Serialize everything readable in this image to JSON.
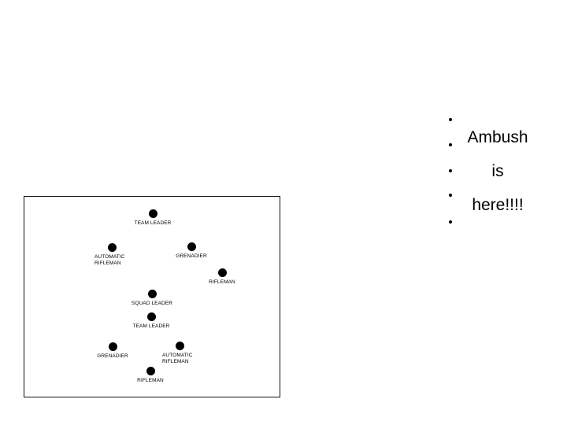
{
  "diagram": {
    "members": [
      {
        "label": "TEAM LEADER"
      },
      {
        "label": "AUTOMATIC\nRIFLEMAN"
      },
      {
        "label": "GRENADIER"
      },
      {
        "label": "RIFLEMAN"
      },
      {
        "label": "SQUAD LEADER"
      },
      {
        "label": "TEAM LEADER"
      },
      {
        "label": "GRENADIER"
      },
      {
        "label": "AUTOMATIC\nRIFLEMAN"
      },
      {
        "label": "RIFLEMAN"
      }
    ]
  },
  "bullets": {
    "lines": [
      "",
      "Ambush",
      "is",
      "here!!!!",
      ""
    ]
  }
}
